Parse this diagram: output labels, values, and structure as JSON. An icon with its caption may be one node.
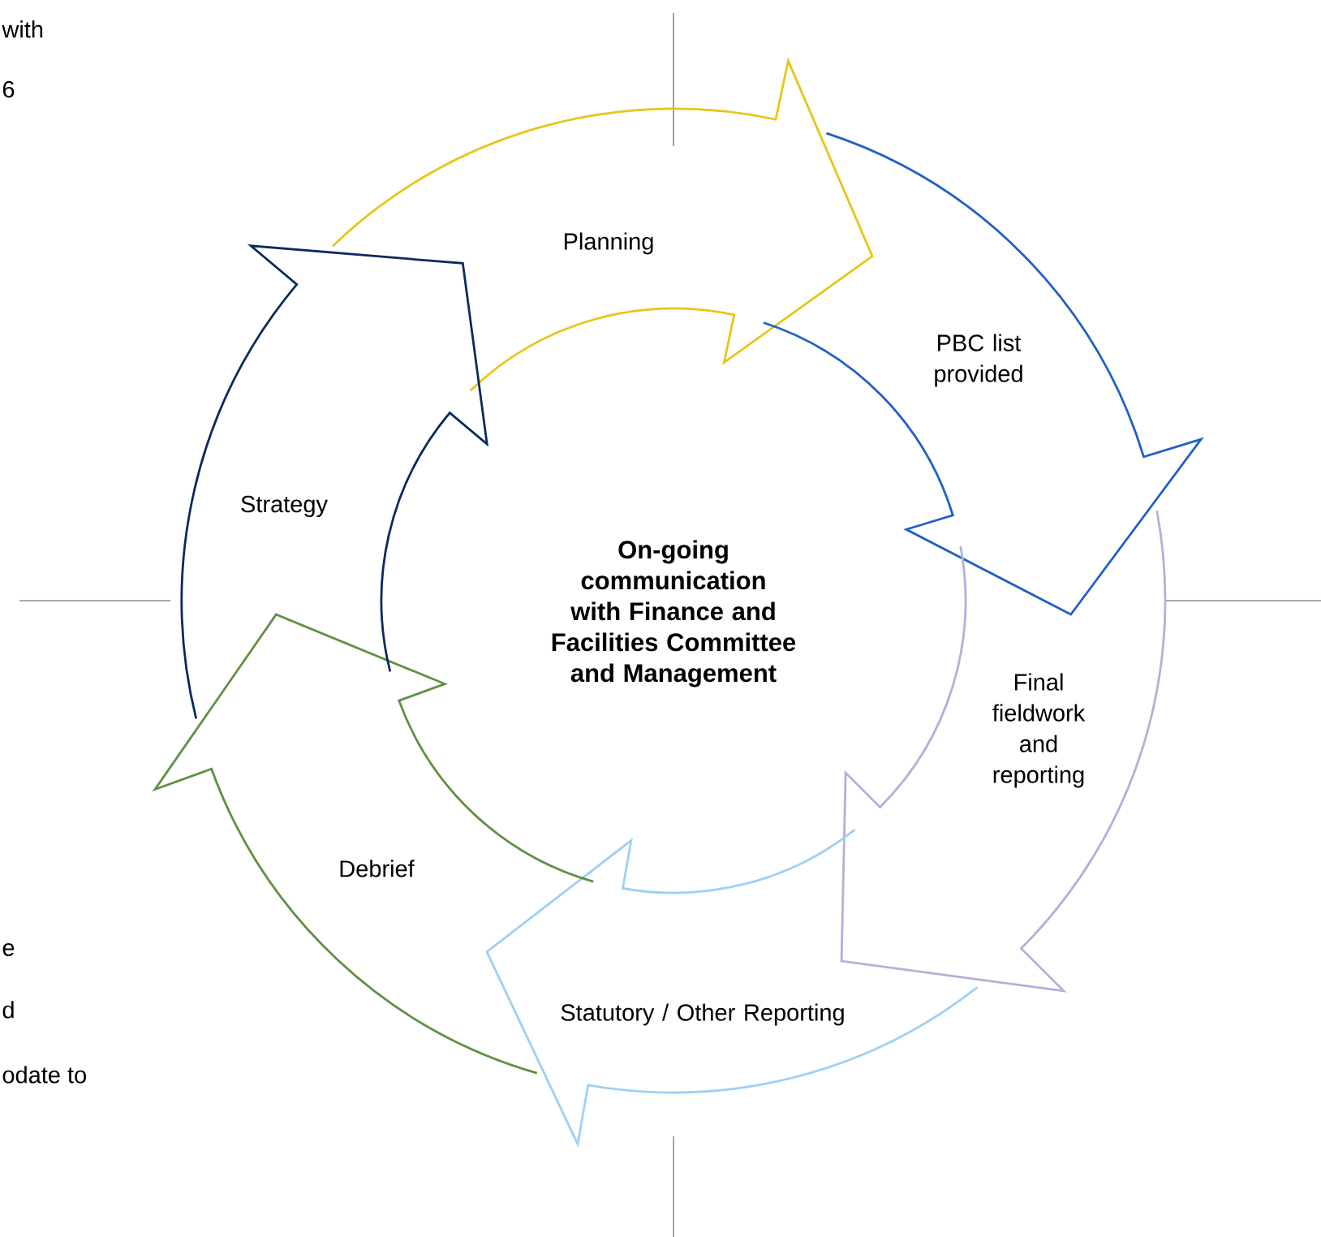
{
  "diagram": {
    "nodes": [
      {
        "text": [
          "Planning"
        ]
      },
      {
        "text": [
          "PBC list provided"
        ]
      },
      {
        "text": [
          "Final fieldwork and reporting"
        ]
      },
      {
        "text": [
          "Statutory / Other Reporting"
        ]
      },
      {
        "text": [
          "Debrief"
        ]
      },
      {
        "text": [
          "Strategy"
        ]
      }
    ],
    "labels": [
      "with",
      "6",
      "On-going communication with Finance and Facilities Committee and Management",
      "e",
      "d",
      "odate to"
    ]
  }
}
